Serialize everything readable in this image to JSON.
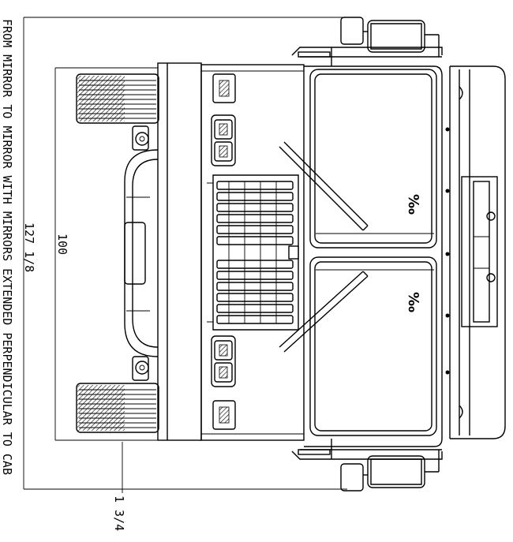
{
  "dimensions": {
    "overall_label": "FROM MIRROR TO MIRROR WITH MIRRORS EXTENDED PERPENDICULAR TO CAB",
    "overall_value": "127 1/8",
    "width_value": "100",
    "offset_value": "1 3/4"
  }
}
